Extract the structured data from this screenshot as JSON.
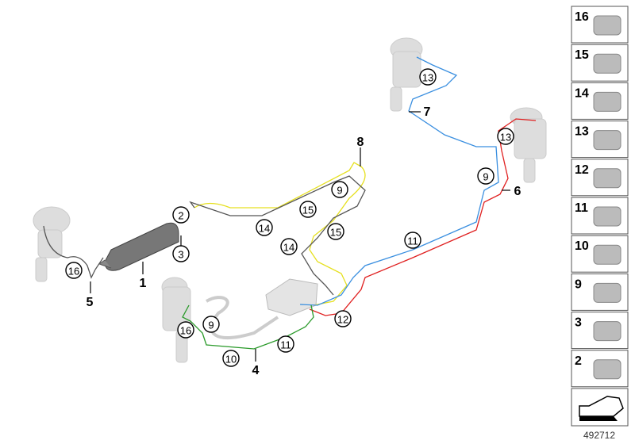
{
  "diagram": {
    "callouts": [
      "2",
      "3",
      "16",
      "14",
      "15",
      "9",
      "15",
      "14",
      "13",
      "13",
      "9",
      "11",
      "12",
      "9",
      "16",
      "10",
      "11"
    ],
    "labels": [
      "8",
      "7",
      "6",
      "1",
      "5",
      "4"
    ]
  },
  "sidebar": {
    "parts": [
      "16",
      "15",
      "14",
      "13",
      "12",
      "11",
      "10",
      "9",
      "3",
      "2"
    ]
  },
  "document_id": "492712",
  "colors": {
    "yellow": "#e6e020",
    "blue": "#3a8fe0",
    "red": "#e02020",
    "green": "#2a9a2a",
    "gray": "#555555"
  }
}
